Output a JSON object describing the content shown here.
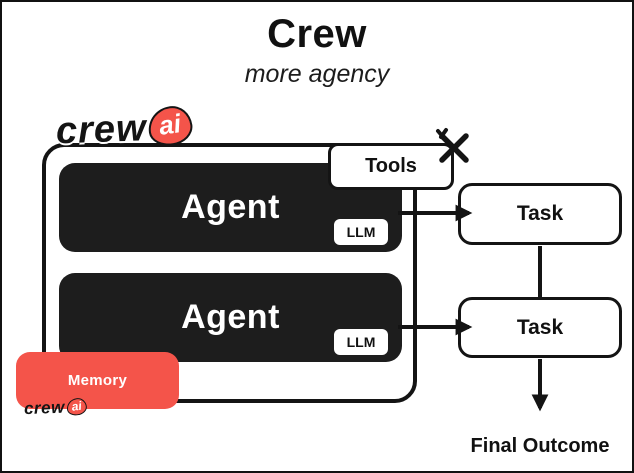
{
  "header": {
    "title": "Crew",
    "subtitle": "more agency"
  },
  "logo": {
    "crew": "crew",
    "ai": "ai"
  },
  "tools": {
    "label": "Tools"
  },
  "agents": [
    {
      "label": "Agent",
      "llm": "LLM"
    },
    {
      "label": "Agent",
      "llm": "LLM"
    }
  ],
  "tasks": [
    {
      "label": "Task"
    },
    {
      "label": "Task"
    }
  ],
  "memory": {
    "label": "Memory"
  },
  "memory_logo": {
    "crew": "crew",
    "ai": "ai"
  },
  "final_outcome": {
    "label": "Final Outcome"
  },
  "colors": {
    "accent_red": "#F4544A",
    "box_black": "#1D1D1D",
    "line_black": "#141414",
    "background": "#FFFFFF"
  }
}
